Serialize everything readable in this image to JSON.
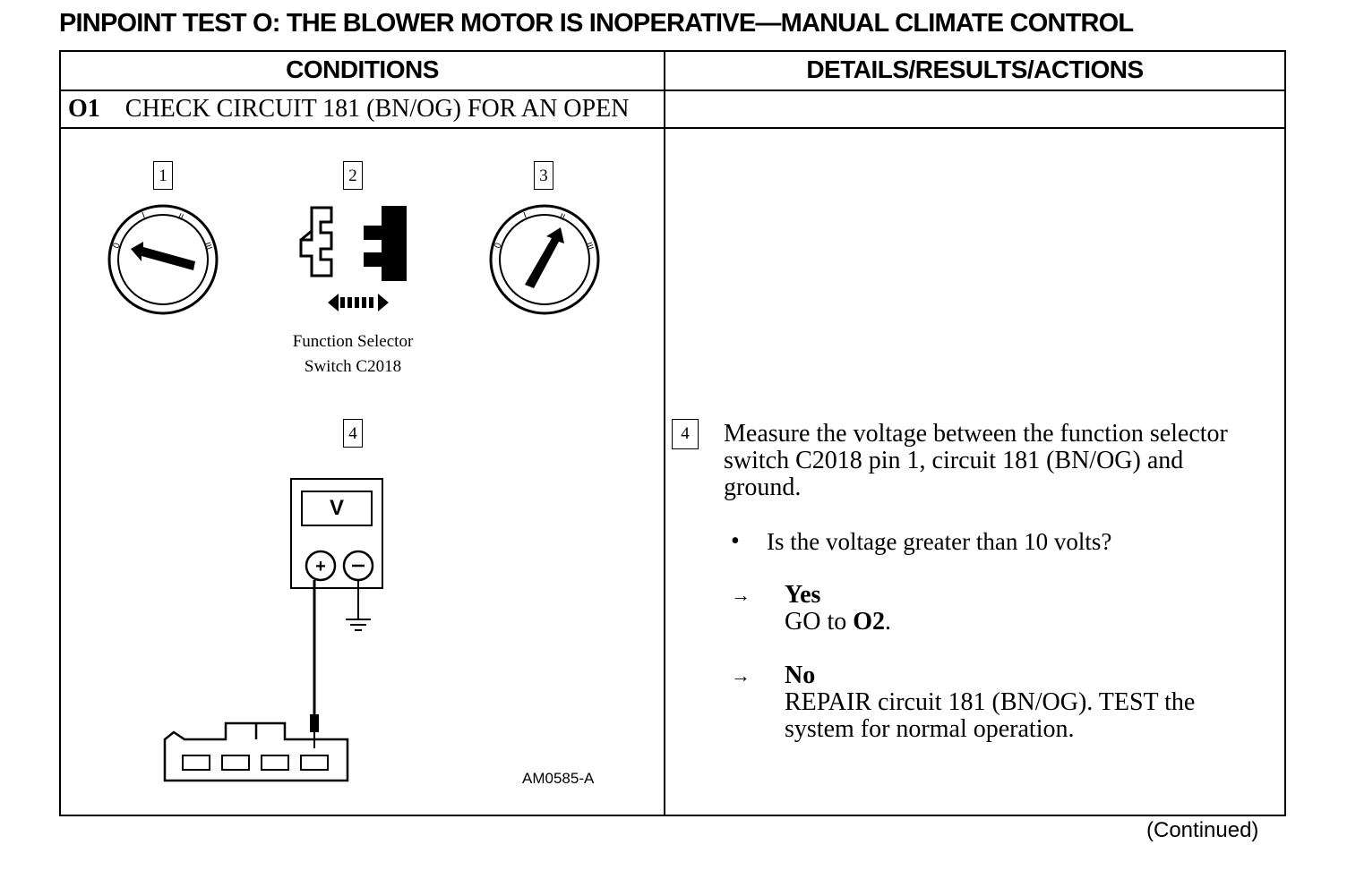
{
  "title": "PINPOINT TEST O:  THE BLOWER MOTOR IS INOPERATIVE—MANUAL CLIMATE CONTROL",
  "headers": {
    "conditions": "CONDITIONS",
    "details": "DETAILS/RESULTS/ACTIONS"
  },
  "step": {
    "number": "O1",
    "text": "CHECK CIRCUIT 181 (BN/OG) FOR AN OPEN"
  },
  "figure": {
    "box_labels": [
      "1",
      "2",
      "3",
      "4"
    ],
    "dial_marks": [
      "0",
      "I",
      "II",
      "III"
    ],
    "caption_line1": "Function Selector",
    "caption_line2": "Switch C2018",
    "meter_display": "V",
    "figure_id": "AM0585-A"
  },
  "details": {
    "step_box": "4",
    "instruction_line1": "Measure the voltage between the function selector",
    "instruction_line2": "switch C2018 pin 1, circuit 181 (BN/OG) and",
    "instruction_line3": "ground.",
    "bullet": "•",
    "question": "Is the voltage greater than 10 volts?",
    "arrow": "→",
    "yes_label": "Yes",
    "yes_action_prefix": "GO to ",
    "yes_action_target": "O2",
    "yes_action_suffix": ".",
    "no_label": "No",
    "no_action_line1": "REPAIR circuit 181 (BN/OG). TEST the",
    "no_action_line2": "system for normal operation."
  },
  "footer": {
    "continued": "(Continued)"
  }
}
